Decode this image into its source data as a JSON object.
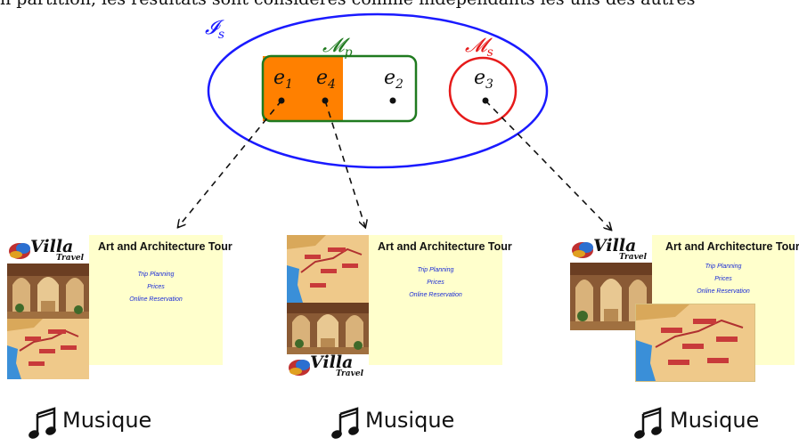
{
  "top_text": "n partition, les résultats sont considérés comme indépendants les uns des autres",
  "sets": {
    "is": {
      "label": "𝓘",
      "sub": "s",
      "color": "#1a1aff"
    },
    "mp": {
      "label": "𝓜",
      "sub": "p",
      "color": "#1f7a1f"
    },
    "ms": {
      "label": "𝓜",
      "sub": "s",
      "color": "#e61a1a"
    }
  },
  "elements": [
    {
      "id": "e1",
      "base": "e",
      "sub": "1"
    },
    {
      "id": "e4",
      "base": "e",
      "sub": "4"
    },
    {
      "id": "e2",
      "base": "e",
      "sub": "2"
    },
    {
      "id": "e3",
      "base": "e",
      "sub": "3"
    }
  ],
  "colors": {
    "partition_fill": "#ff8000",
    "card_bg": "#ffffcc",
    "link": "#1a2bd6"
  },
  "cards": [
    {
      "title": "Art and Architecture Tour",
      "links": [
        "Trip Planning",
        "Prices",
        "Online Reservation"
      ],
      "logo": "Villa",
      "logo_sub": "Travel"
    },
    {
      "title": "Art and Architecture Tour",
      "links": [
        "Trip Planning",
        "Prices",
        "Online Reservation"
      ],
      "logo": "Villa",
      "logo_sub": "Travel"
    },
    {
      "title": "Art and Architecture Tour",
      "links": [
        "Trip Planning",
        "Prices",
        "Online Reservation"
      ],
      "logo": "Villa",
      "logo_sub": "Travel"
    }
  ],
  "music": [
    {
      "label": "Musique",
      "icon": "music-note-icon"
    },
    {
      "label": "Musique",
      "icon": "music-note-icon"
    },
    {
      "label": "Musique",
      "icon": "music-note-icon"
    }
  ]
}
